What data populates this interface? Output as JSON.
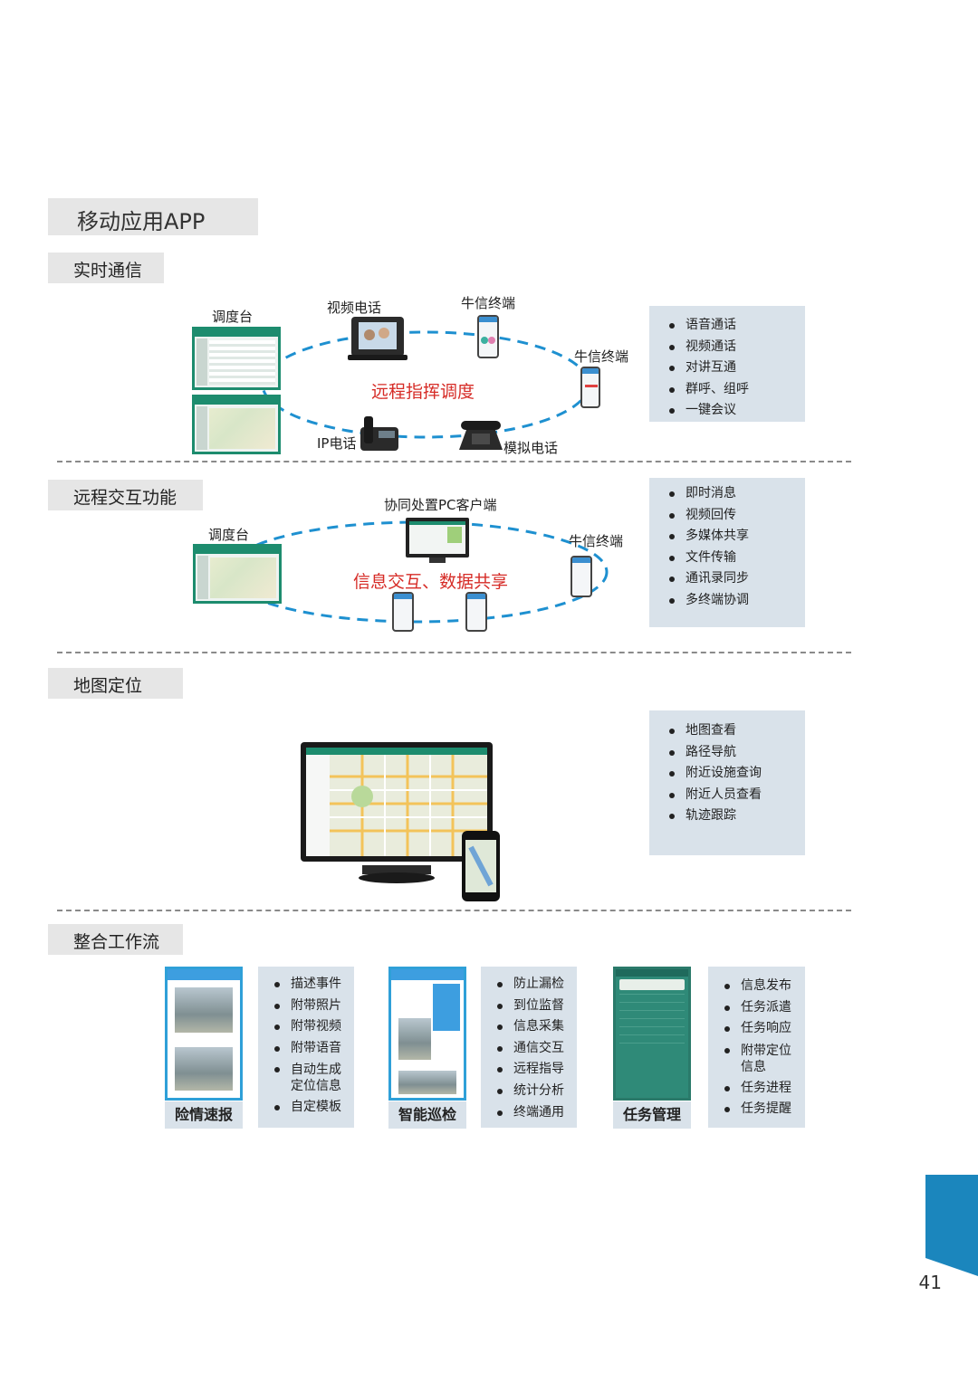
{
  "page_title": "移动应用APP",
  "page_number": "41",
  "sections": {
    "realtime": {
      "title": "实时通信",
      "labels": {
        "dispatch": "调度台",
        "video_phone": "视频电话",
        "terminal_top": "牛信终端",
        "terminal_right": "牛信终端",
        "ip_phone": "IP电话",
        "analog_phone": "模拟电话",
        "center": "远程指挥调度"
      },
      "features": [
        "语音通话",
        "视频通话",
        "对讲互通",
        "群呼、组呼",
        "一键会议"
      ]
    },
    "interaction": {
      "title": "远程交互功能",
      "labels": {
        "dispatch": "调度台",
        "pc_client": "协同处置PC客户端",
        "terminal": "牛信终端",
        "center": "信息交互、数据共享"
      },
      "features": [
        "即时消息",
        "视频回传",
        "多媒体共享",
        "文件传输",
        "通讯录同步",
        "多终端协调"
      ]
    },
    "map": {
      "title": "地图定位",
      "features": [
        "地图查看",
        "路径导航",
        "附近设施查询",
        "附近人员查看",
        "轨迹跟踪"
      ]
    },
    "workflow": {
      "title": "整合工作流",
      "cards": [
        {
          "label": "险情速报",
          "features": [
            "描述事件",
            "附带照片",
            "附带视频",
            "附带语音",
            "自动生成\n定位信息",
            "自定模板"
          ]
        },
        {
          "label": "智能巡检",
          "features": [
            "防止漏检",
            "到位监督",
            "信息采集",
            "通信交互",
            "远程指导",
            "统计分析",
            "终端通用"
          ]
        },
        {
          "label": "任务管理",
          "features": [
            "信息发布",
            "任务派遣",
            "任务响应",
            "附带定位\n信息",
            "任务进程",
            "任务提醒"
          ]
        }
      ]
    }
  },
  "colors": {
    "accent_red": "#d62b26",
    "dash_blue": "#1e90d0",
    "panel": "#d9e2ea",
    "section_grey": "#e6e6e6",
    "tab_blue": "#1b86bd"
  }
}
